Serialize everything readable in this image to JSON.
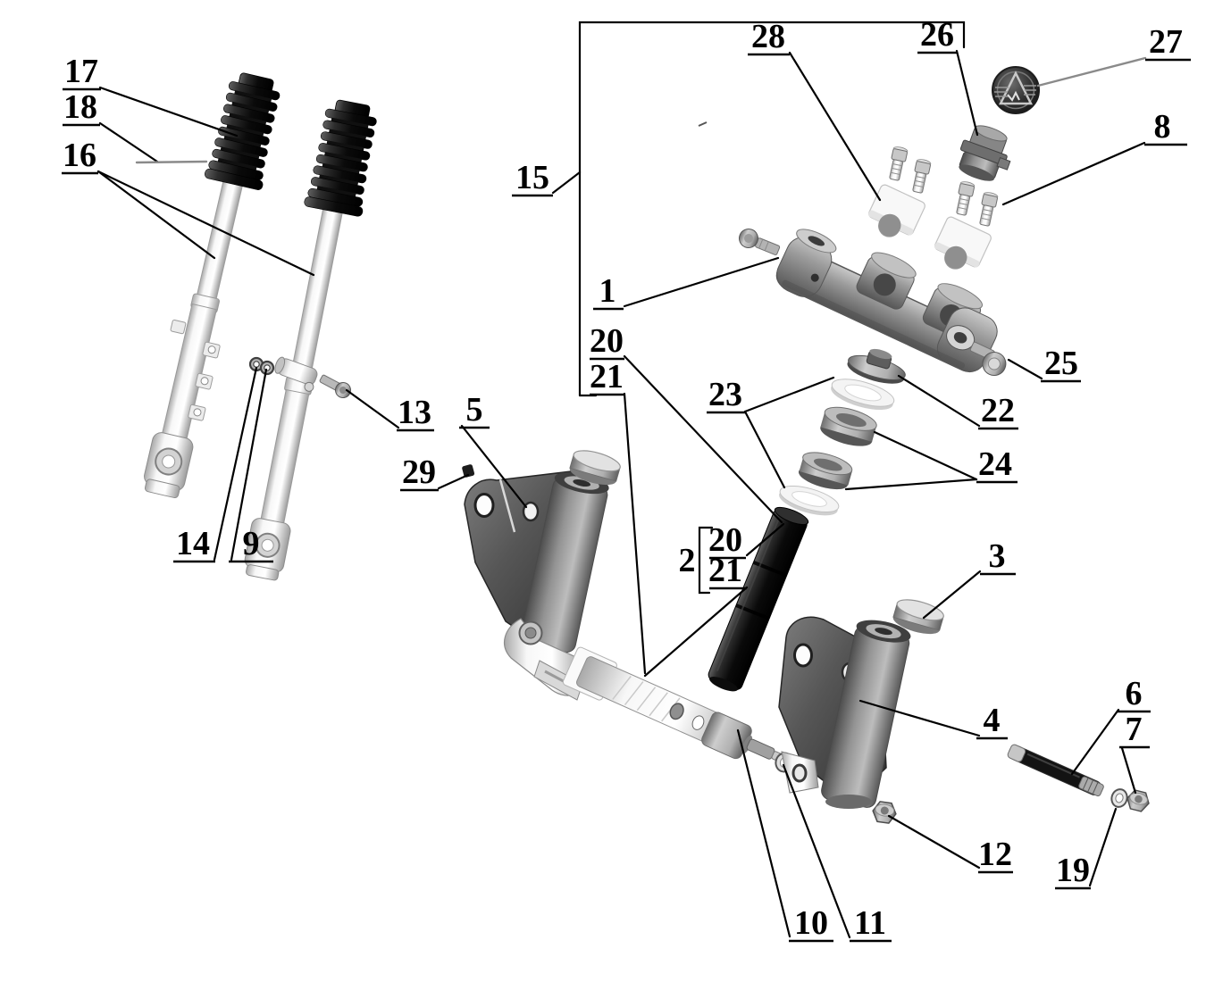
{
  "figure": {
    "background": "#ffffff",
    "leader_color": "#000000",
    "leader_color_secondary": "#8a8a8a",
    "label_color": "#000000"
  },
  "callouts": {
    "n1": {
      "label": "1"
    },
    "n2": {
      "label": "2"
    },
    "n3": {
      "label": "3"
    },
    "n4": {
      "label": "4"
    },
    "n5": {
      "label": "5"
    },
    "n6": {
      "label": "6"
    },
    "n7": {
      "label": "7"
    },
    "n8": {
      "label": "8"
    },
    "n9": {
      "label": "9"
    },
    "n10": {
      "label": "10"
    },
    "n11": {
      "label": "11"
    },
    "n12": {
      "label": "12"
    },
    "n13": {
      "label": "13"
    },
    "n14": {
      "label": "14"
    },
    "n15": {
      "label": "15"
    },
    "n16": {
      "label": "16"
    },
    "n17": {
      "label": "17"
    },
    "n18": {
      "label": "18"
    },
    "n19": {
      "label": "19"
    },
    "n20_upper": {
      "label": "20"
    },
    "n21_upper": {
      "label": "21"
    },
    "n20_lower": {
      "label": "20"
    },
    "n21_lower": {
      "label": "21"
    },
    "n22": {
      "label": "22"
    },
    "n23": {
      "label": "23"
    },
    "n24": {
      "label": "24"
    },
    "n25": {
      "label": "25"
    },
    "n26": {
      "label": "26"
    },
    "n27": {
      "label": "27"
    },
    "n28": {
      "label": "28"
    },
    "n29": {
      "label": "29"
    }
  }
}
